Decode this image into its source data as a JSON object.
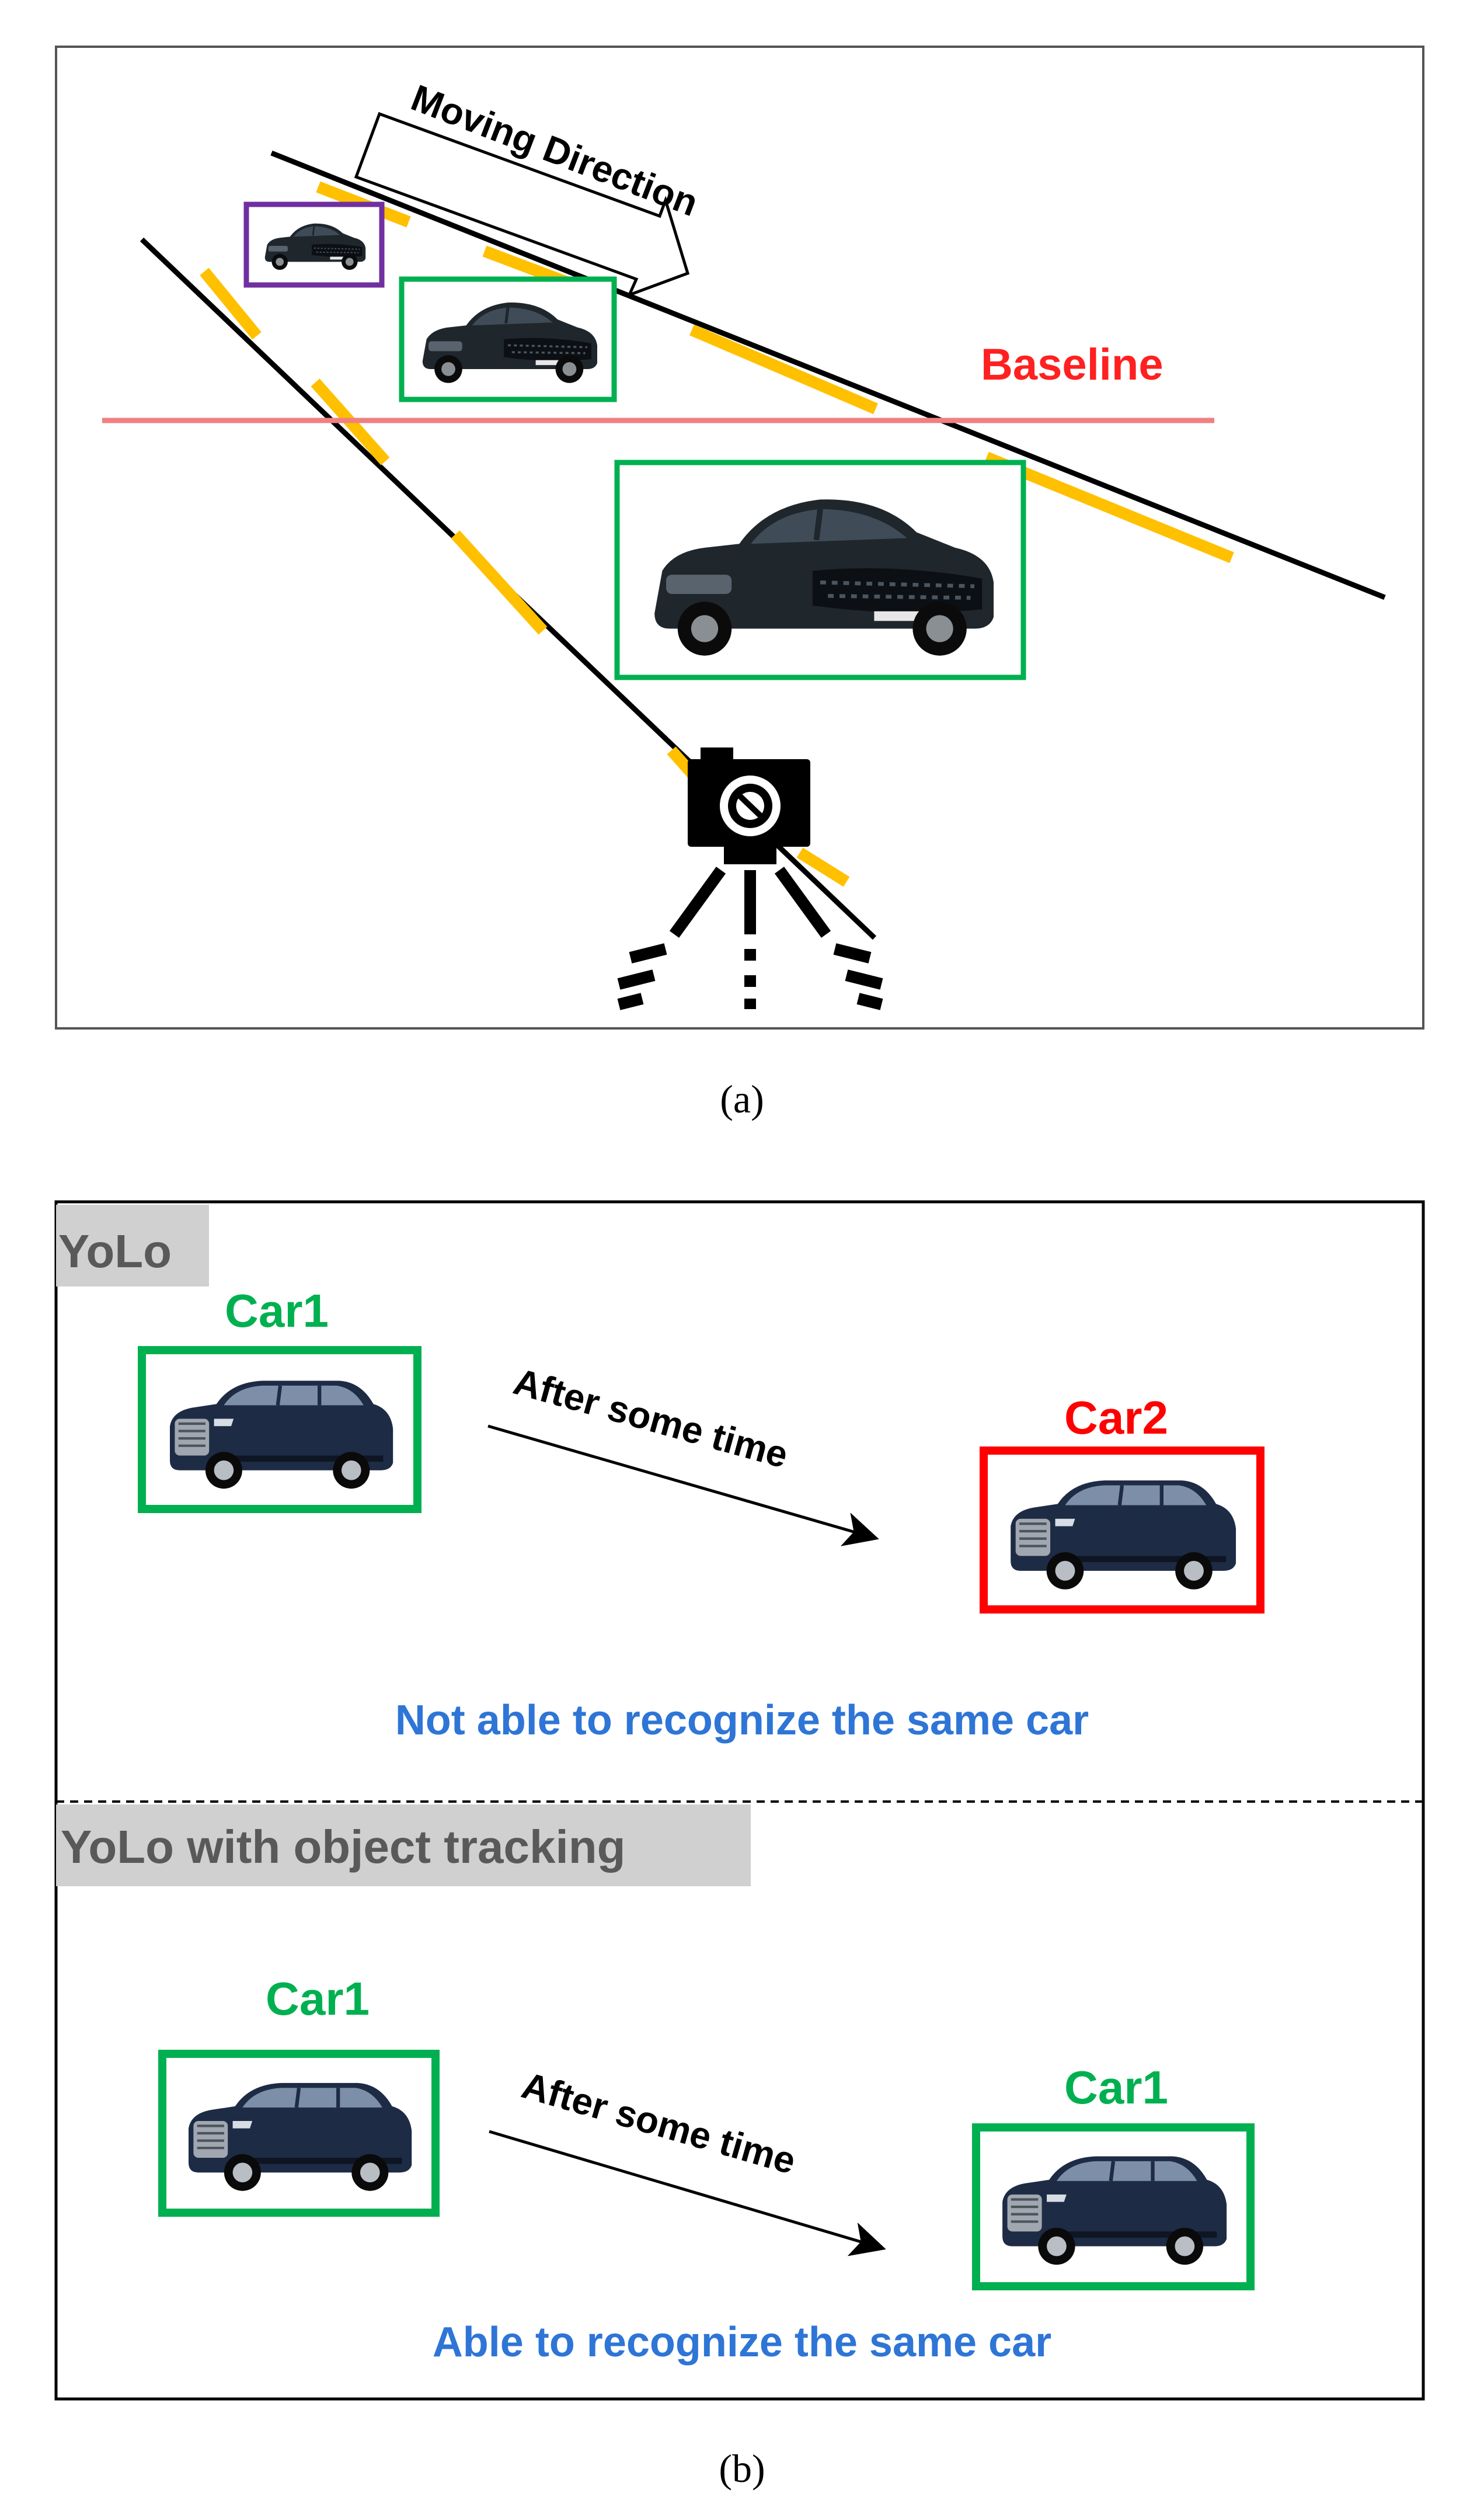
{
  "panel_a": {
    "moving_direction_label": "Moving Direction",
    "baseline_label": "Baseline",
    "caption": "(a)",
    "colors": {
      "baseline": "#f08080",
      "baseline_text": "#ff2020",
      "lane_marking": "#ffc000",
      "box_far": "#7030a0",
      "box_detect": "#00b050",
      "road_edge": "#000000"
    },
    "icons": [
      "sedan-car-icon",
      "camera-tripod-icon",
      "arrow-right-outline-icon"
    ]
  },
  "panel_b": {
    "yolo": {
      "tab_label": "YoLo",
      "car_left_label": "Car1",
      "car_right_label": "Car2",
      "arrow_label": "After some time",
      "result_text": "Not able to recognize the same car"
    },
    "yolo_tracking": {
      "tab_label": "YoLo with object tracking",
      "car_left_label": "Car1",
      "car_right_label": "Car1",
      "arrow_label": "After some time",
      "result_text": "Able to recognize the same car"
    },
    "caption": "(b)",
    "colors": {
      "same_id": "#00b050",
      "new_id": "#ff0000",
      "result_text": "#2e75d6",
      "tab_bg": "#d0d0d0",
      "tab_text": "#595959"
    },
    "icons": [
      "suv-car-icon",
      "arrow-right-icon"
    ]
  }
}
